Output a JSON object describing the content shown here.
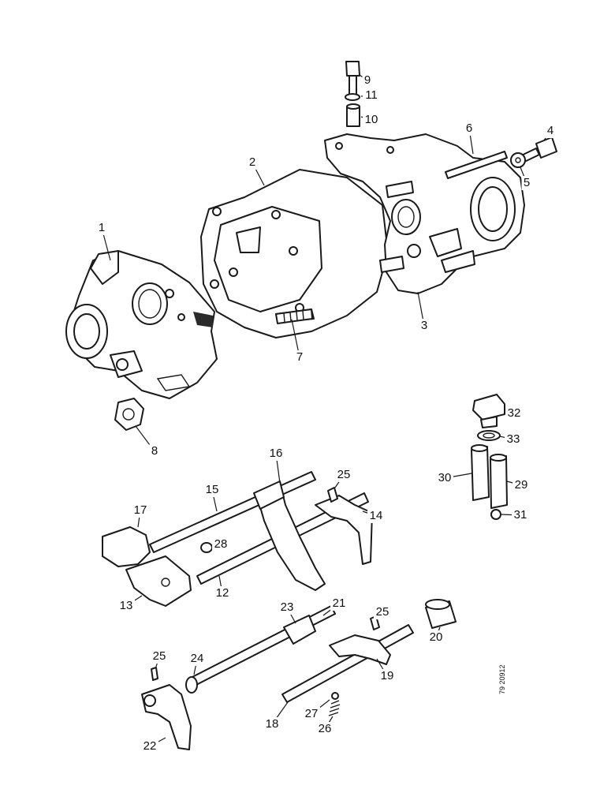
{
  "drawing_ref": "79 20912",
  "callouts": [
    "1",
    "2",
    "3",
    "4",
    "5",
    "6",
    "7",
    "8",
    "9",
    "10",
    "11",
    "12",
    "13",
    "14",
    "15",
    "16",
    "17",
    "18",
    "19",
    "20",
    "21",
    "22",
    "23",
    "24",
    "25",
    "25",
    "25",
    "26",
    "27",
    "28",
    "29",
    "30",
    "31",
    "32",
    "33"
  ]
}
